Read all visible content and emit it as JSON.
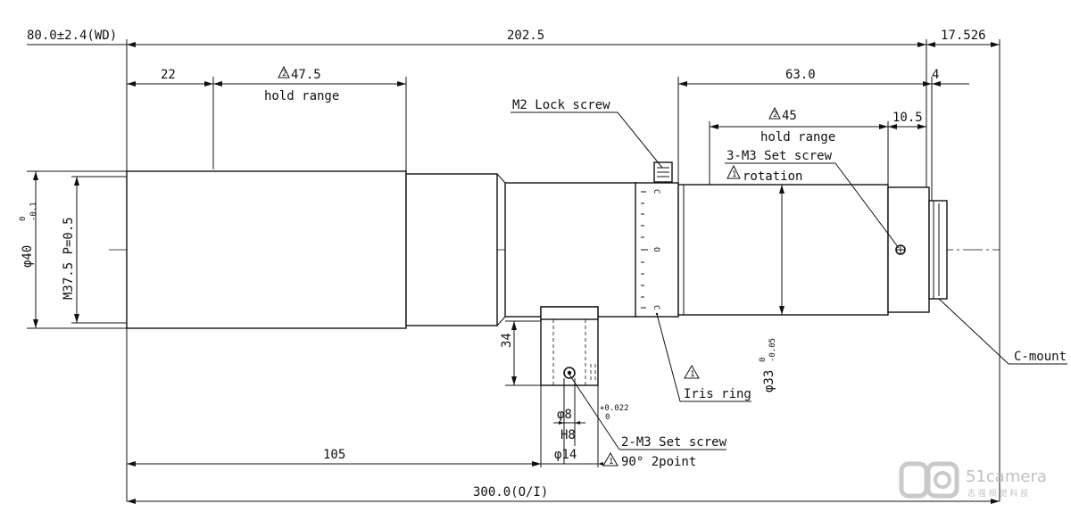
{
  "dimensions": {
    "wd": "80.0±2.4(WD)",
    "overall_barrel": "202.5",
    "rear": "17.526",
    "front_22": "22",
    "hold_front": "47.5",
    "hold_front_label": "hold range",
    "rear_63": "63.0",
    "rear_4": "4",
    "hold_rear": "45",
    "hold_rear_label": "hold range",
    "rear_105": "10.5",
    "dia_40": "φ40",
    "dia_40_tol_upper": "0",
    "dia_40_tol_lower": "-0.1",
    "thread": "M37.5 P=0.5",
    "height_34": "34",
    "dia_33": "φ33",
    "dia_33_tol_upper": "0",
    "dia_33_tol_lower": "-0.05",
    "dia_8": "φ8",
    "dia_8_tol_upper": "+0.022",
    "dia_8_tol_lower": "0",
    "h8": "H8",
    "dia_14": "φ14",
    "length_105": "105",
    "total": "300.0(O/I)"
  },
  "callouts": {
    "m2_lock": "M2 Lock screw",
    "m3_set_rear": "3-M3 Set screw",
    "rotation": "rotation",
    "iris_ring": "Iris ring",
    "m3_set_mount": "2-M3 Set screw",
    "point_90": "90° 2point",
    "c_mount": "C-mount"
  },
  "markers": {
    "note_2": "2",
    "note_1": "1"
  },
  "iris_scale": {
    "top": "C",
    "mid": "O",
    "bottom": "C"
  },
  "watermark": {
    "brand": "51camera",
    "sub": "志 强 视 觉 科 技"
  }
}
